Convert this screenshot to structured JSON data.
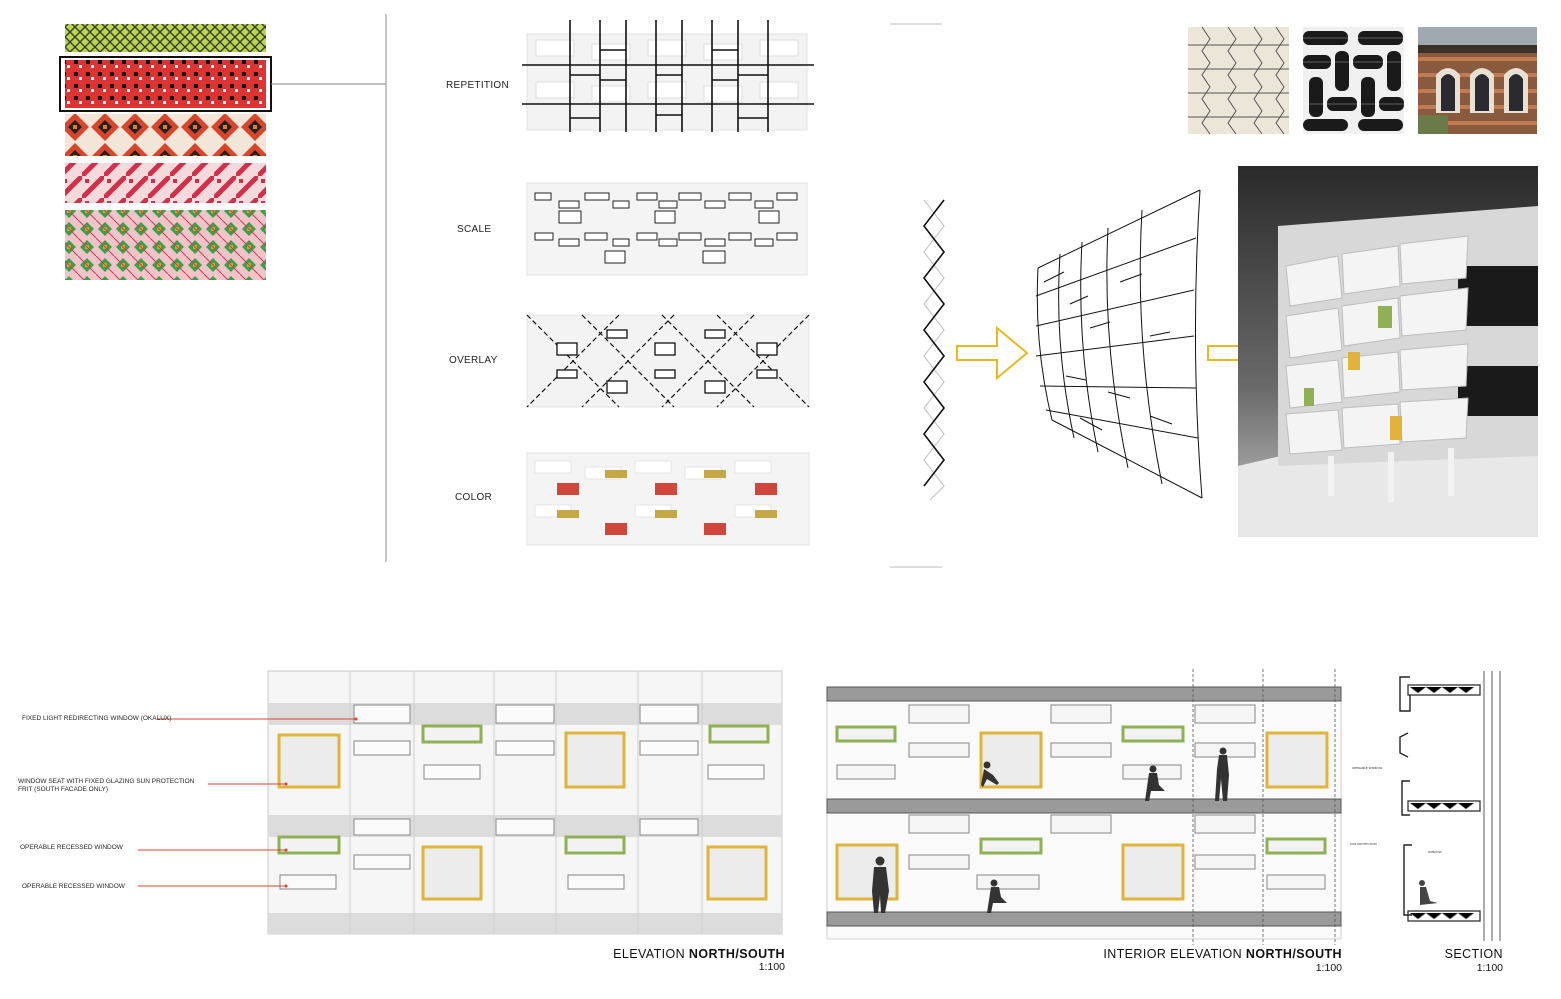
{
  "diagram_labels": {
    "repetition": "REPETITION",
    "scale": "SCALE",
    "overlay": "OVERLAY",
    "color": "COLOR"
  },
  "elevation": {
    "title_prefix": "ELEVATION ",
    "title_bold": "NORTH/SOUTH",
    "scale": "1:100",
    "notes": [
      "FIXED LIGHT REDIRECTING WINDOW (OKALUX)",
      "WINDOW SEAT WITH FIXED GLAZING SUN PROTECTION FRIT (SOUTH FACADE ONLY)",
      "OPERABLE RECESSED WINDOW",
      "OPERABLE RECESSED WINDOW"
    ]
  },
  "interior_elevation": {
    "title_prefix": "INTERIOR ELEVATION ",
    "title_bold": "NORTH/SOUTH",
    "scale": "1:100"
  },
  "section": {
    "title": "SECTION",
    "scale": "1:100"
  },
  "colors": {
    "accent_yellow": "#e8b820",
    "window_yellow": "#e0b43a",
    "window_green": "#8fb055",
    "pattern_red": "#d0463c",
    "pattern_gold": "#c4a848",
    "leader_red": "#d9452f"
  }
}
